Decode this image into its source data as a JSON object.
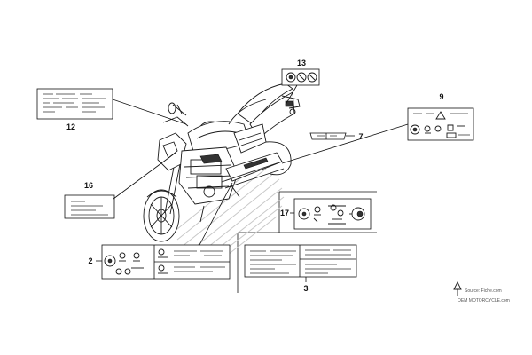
{
  "callouts": {
    "c2": "2",
    "c3": "3",
    "c7": "7",
    "c9": "9",
    "c12": "12",
    "c13": "13",
    "c16": "16",
    "c17": "17"
  },
  "source": {
    "line1": "Source: Fiche.com",
    "line2": "OEM MOTORCYCLE.com"
  }
}
